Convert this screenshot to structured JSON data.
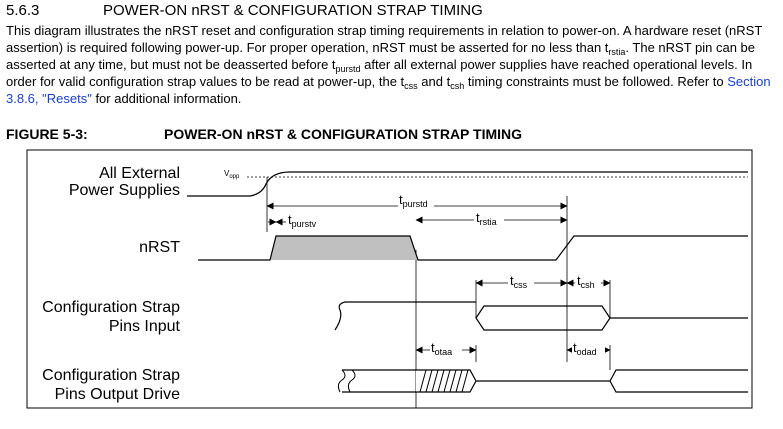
{
  "section": {
    "number": "5.6.3",
    "title": "POWER-ON nRST & CONFIGURATION STRAP TIMING"
  },
  "paragraph": {
    "p1": "This diagram illustrates the nRST reset and configuration strap timing requirements in relation to power-on. A hardware reset (nRST assertion) is required following power-up. For proper operation, nRST must be asserted for no less than t",
    "sub1": "rstia",
    "p2": ". The nRST pin can be asserted at any time, but must not be deasserted before t",
    "sub2": "purstd",
    "p3": " after all external power supplies have reached operational levels. In order for valid configuration strap values to be read at power-up, the t",
    "sub3": "css",
    "p4": " and t",
    "sub4": "csh",
    "p5": " timing constraints must be followed. Refer to ",
    "link": "Section 3.8.6, \"Resets\"",
    "p6": " for additional information."
  },
  "figure": {
    "number": "FIGURE 5-3:",
    "title": "POWER-ON nRST & CONFIGURATION STRAP TIMING"
  },
  "signals": {
    "power_line1": "All External",
    "power_line2": "Power Supplies",
    "nrst": "nRST",
    "strap_in_line1": "Configuration Strap",
    "strap_in_line2": "Pins Input",
    "strap_out_line1": "Configuration Strap",
    "strap_out_line2": "Pins Output Drive"
  },
  "timing_labels": {
    "vopp_main": "V",
    "vopp_sub": "opp",
    "purstd": "purstd",
    "purstv": "purstv",
    "rstia": "rstia",
    "css": "css",
    "csh": "csh",
    "otaa": "otaa",
    "odad": "odad",
    "t": "t"
  },
  "colors": {
    "link": "#1a3fd6",
    "nrst_fill": "#c0c0c0"
  }
}
